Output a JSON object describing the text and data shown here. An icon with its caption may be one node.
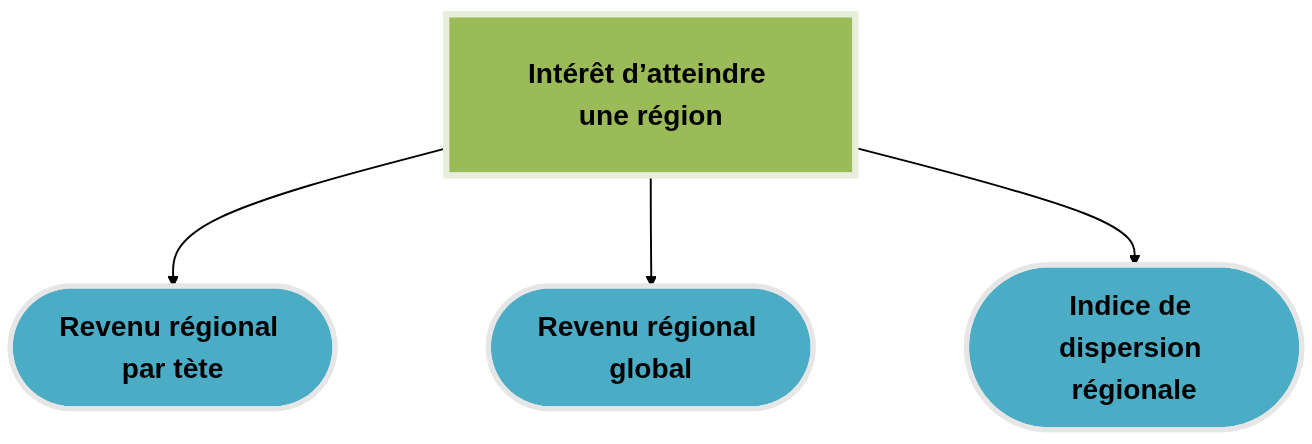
{
  "diagram": {
    "nodes": [
      {
        "text": [
          "Intérêt d’atteindre une région"
        ]
      },
      {
        "text": [
          "Revenu régional par tète"
        ]
      },
      {
        "text": [
          "Revenu régional global"
        ]
      },
      {
        "text": [
          "Indice de dispersion régionale"
        ]
      }
    ],
    "edges": [
      {
        "from": 0,
        "to": 1,
        "arrow": "to"
      },
      {
        "from": 0,
        "to": 2,
        "arrow": "to"
      },
      {
        "from": 0,
        "to": 3,
        "arrow": "to"
      }
    ]
  }
}
